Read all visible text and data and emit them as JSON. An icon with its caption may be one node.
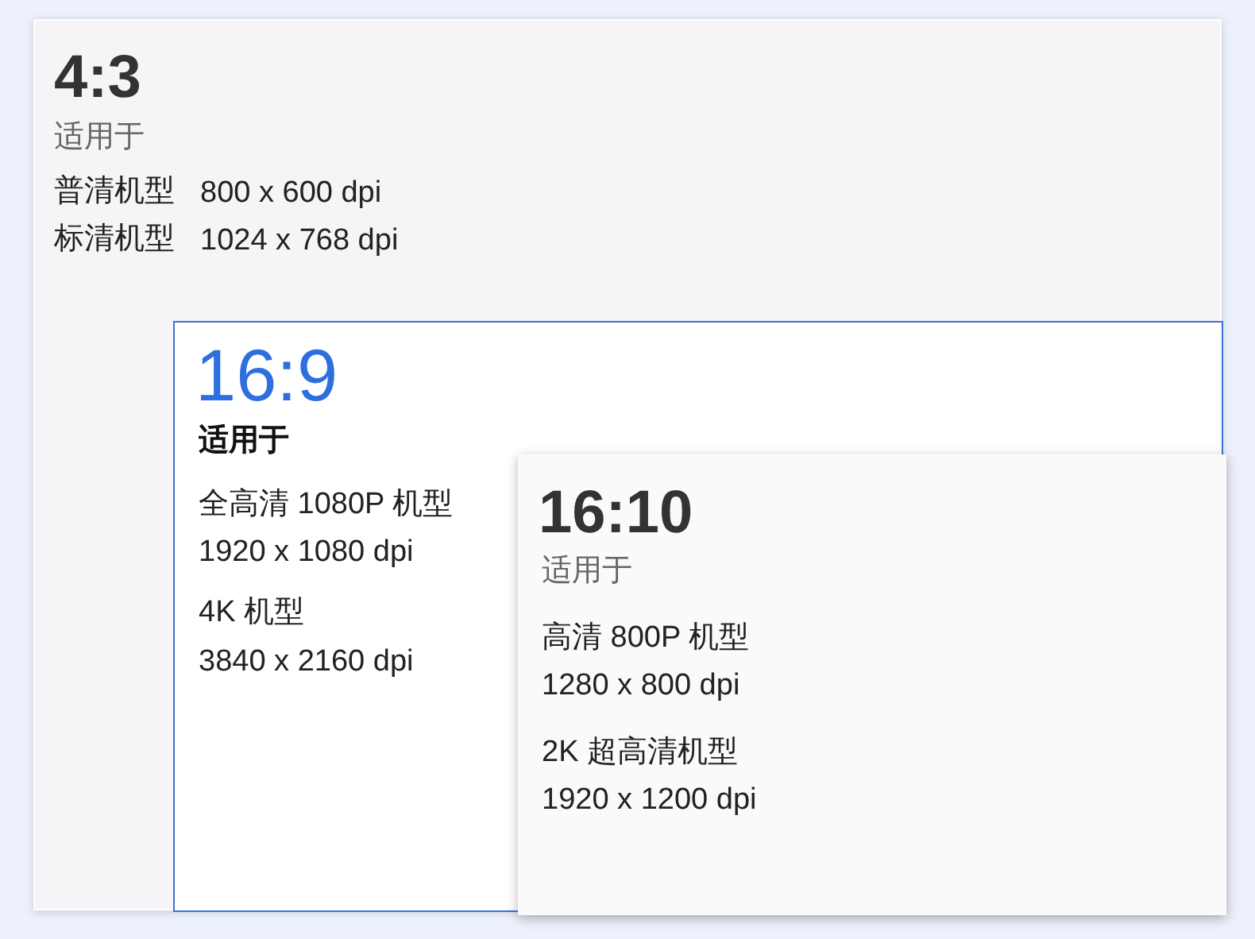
{
  "diagram": {
    "nodes": [
      {
        "text": [
          "4:3",
          "适用于",
          "普清机型",
          "800 x 600 dpi",
          "标清机型",
          "1024 x 768 dpi"
        ]
      },
      {
        "text": [
          "16:9",
          "适用于",
          "全高清 1080P 机型",
          "1920 x 1080 dpi",
          "4K 机型",
          "3840 x 2160 dpi"
        ],
        "in": 0
      },
      {
        "text": [
          "16:10",
          "适用于",
          "高清 800P 机型",
          "1280 x 800 dpi",
          "2K 超高清机型",
          "1920 x 1200 dpi"
        ],
        "in": 1
      }
    ]
  }
}
